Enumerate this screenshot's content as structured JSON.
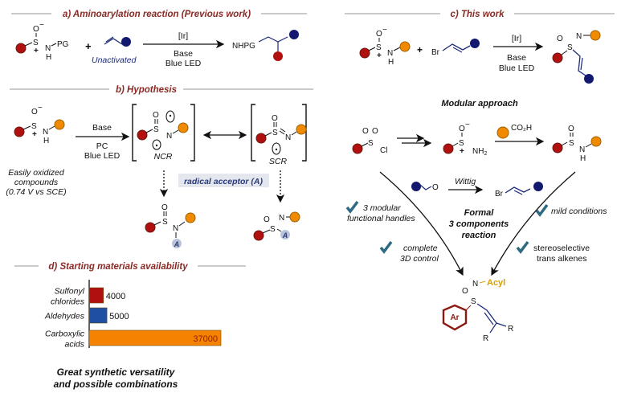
{
  "colors": {
    "section_header": "#8b2a24",
    "red_group": "#b01010",
    "orange_group": "#f08a00",
    "navy_group": "#12196e",
    "check": "#2e6b82",
    "accent_box": "#e4e7ee",
    "acyl": "#d9a000"
  },
  "section_a": {
    "title": "a) Aminoarylation reaction (Previous work)",
    "reagent_label": "Unactivated",
    "catalyst": "[Ir]",
    "conditions": [
      "Base",
      "Blue LED"
    ],
    "product_prefix": "NHPG",
    "sulfinamide_substituent": "PG"
  },
  "section_b": {
    "title": "b) Hypothesis",
    "conditions_top": "Base",
    "conditions_bottom": [
      "PC",
      "Blue LED"
    ],
    "substrate_note": [
      "Easily oxidized",
      "compounds",
      "(0.74 V vs SCE)"
    ],
    "intermediate_1": "NCR",
    "intermediate_2": "SCR",
    "acceptor_label": "radical acceptor (A)",
    "acceptor_symbol": "A"
  },
  "section_c": {
    "title": "c) This work",
    "catalyst": "[Ir]",
    "conditions": [
      "Base",
      "Blue LED"
    ],
    "bromide": "Br",
    "subtitle": "Modular approach",
    "acid_label": "CO₂H",
    "wittig_label": "Wittig",
    "center_text": [
      "Formal",
      "3 components",
      "reaction"
    ],
    "features": [
      {
        "icon": "check-icon",
        "text": [
          "3 modular",
          "functional handles"
        ]
      },
      {
        "icon": "check-icon",
        "text": [
          "complete",
          "3D control"
        ]
      },
      {
        "icon": "check-icon",
        "text": [
          "mild conditions"
        ]
      },
      {
        "icon": "check-icon",
        "text": [
          "stereoselective",
          "trans alkenes"
        ]
      }
    ],
    "product_acyl": "Acyl",
    "product_ar": "Ar",
    "product_r": "R"
  },
  "section_d": {
    "title": "d) Starting materials availability",
    "footer": [
      "Great synthetic versatility",
      "and possible combinations"
    ]
  },
  "chart_data": {
    "type": "bar",
    "orientation": "horizontal",
    "title": "d) Starting materials availability",
    "categories": [
      [
        "Sulfonyl",
        "chlorides"
      ],
      [
        "Aldehydes"
      ],
      [
        "Carboxylic",
        "acids"
      ]
    ],
    "values": [
      4000,
      5000,
      37000
    ],
    "value_labels": [
      "4000",
      "5000",
      "37000"
    ],
    "bar_colors": [
      "#b01010",
      "#1f4fa0",
      "#f58200"
    ],
    "xlim": [
      0,
      37000
    ],
    "grid": false,
    "legend": "none"
  }
}
